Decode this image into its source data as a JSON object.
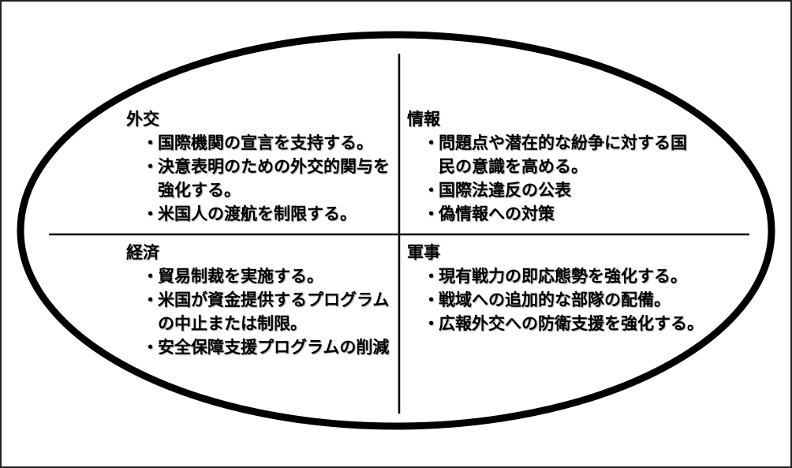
{
  "colors": {
    "line": "#000000",
    "text": "#000000",
    "border": "#222222"
  },
  "quadrants": {
    "top_left": {
      "title": "外交",
      "items": [
        "国際機関の宣言を支持する。",
        "決意表明のための外交的関与を強化する。",
        "米国人の渡航を制限する。"
      ]
    },
    "top_right": {
      "title": "情報",
      "items": [
        "問題点や潜在的な紛争に対する国民の意識を高める。",
        "国際法違反の公表",
        "偽情報への対策"
      ]
    },
    "bottom_left": {
      "title": "経済",
      "items": [
        "貿易制裁を実施する。",
        "米国が資金提供するプログラムの中止または制限。",
        "安全保障支援プログラムの削減"
      ]
    },
    "bottom_right": {
      "title": "軍事",
      "items": [
        "現有戦力の即応態勢を強化する。",
        "戦域への追加的な部隊の配備。",
        "広報外交への防衛支援を強化する。"
      ]
    }
  },
  "bullet_char": "・"
}
